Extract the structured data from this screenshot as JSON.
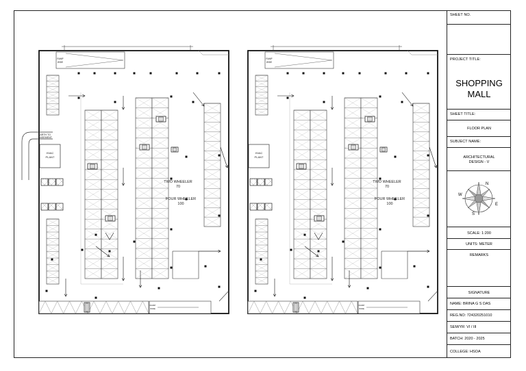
{
  "plans": [
    {
      "labels": {
        "two_wheeler": "TWO WHEELER",
        "two_wheeler_count": "70",
        "four_wheeler": "FOUR WHEELER",
        "four_wheeler_count": "100",
        "hvac_line1": "HVAC",
        "hvac_line2": "PLANT",
        "ramp_top": "RAMP",
        "ramp_top2": "WIDE",
        "ramp_bottom": "RAMP",
        "ramp_bottom2": "WIDE"
      }
    },
    {
      "labels": {
        "two_wheeler": "TWO WHEELER",
        "two_wheeler_count": "70",
        "four_wheeler": "FOUR WHEELER",
        "four_wheeler_count": "100",
        "hvac_line1": "HVAC",
        "hvac_line2": "PLANT",
        "ramp_top": "RAMP",
        "ramp_top2": "WIDE",
        "ramp_bottom": "RAMP",
        "ramp_bottom2": "WIDE"
      }
    }
  ],
  "entry_ramp_label_line1": "EARTH TO",
  "entry_ramp_label_line2": "BASEMENT",
  "titleblock": {
    "sheet_no_label": "SHEET NO.",
    "project_title_label": "PROJECT TITLE:",
    "project_title_line1": "SHOPPING",
    "project_title_line2": "MALL",
    "sheet_title_label": "SHEET TITLE:",
    "sheet_title": "FLOOR PLAN",
    "subject_label": "SUBJECT NAME:",
    "subject_line1": "ARCHITECTURAL",
    "subject_line2": "DESIGN - V",
    "north_n": "N",
    "north_s": "S",
    "north_e": "E",
    "north_w": "W",
    "scale": "SCALE: 1:200",
    "units": "UNITS: METER",
    "remarks": "REMARKS",
    "signature": "SIGNATURE",
    "name": "NAME: BRINA G S DAS",
    "reg_no": "REG.NO: 724320251010",
    "sem_yr": "SEM/YR: VI / III",
    "batch": "BATCH: 2020 - 2025",
    "college": "COLLEGE: HSOA"
  }
}
